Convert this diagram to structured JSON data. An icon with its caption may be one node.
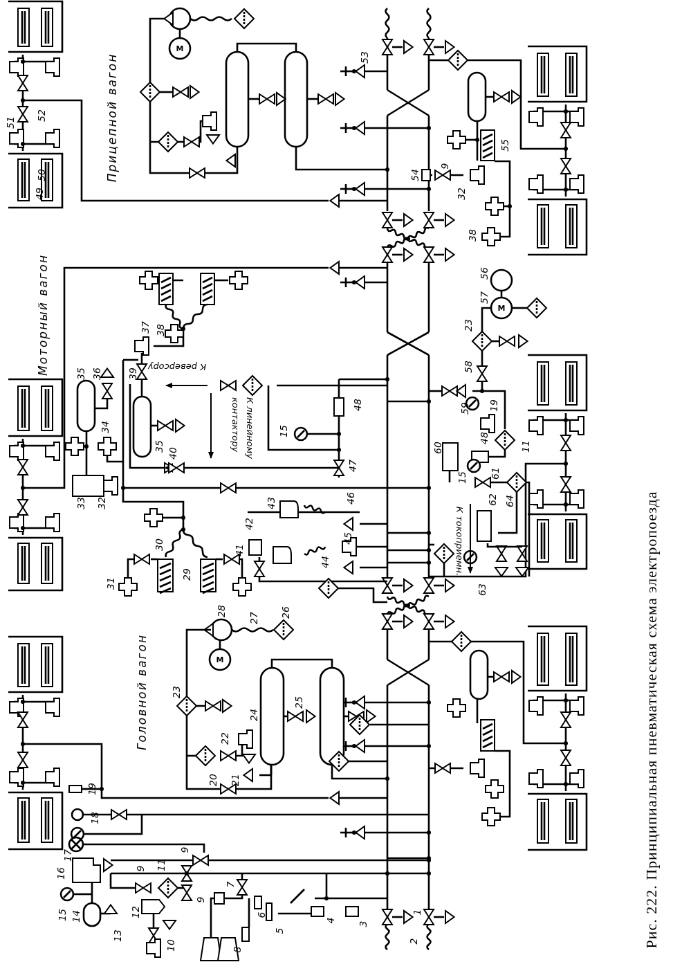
{
  "diagram": {
    "caption": "Рис. 222. Принципиальная пневматическая схема электропоезда",
    "nodes": [
      {
        "text": [
          "К реверсору"
        ]
      },
      {
        "text": [
          "К линейному контактору"
        ]
      },
      {
        "text": [
          "К токоприемн."
        ]
      }
    ],
    "edges": [
      {
        "from": null,
        "to": 0,
        "arrow": "to"
      },
      {
        "from": null,
        "to": 1,
        "arrow": "to"
      },
      {
        "from": null,
        "to": 2,
        "arrow": "to"
      }
    ],
    "labels": [
      "Головной вагон",
      "Моторный вагон",
      "Прицепной вагон",
      "M",
      "M",
      "M",
      "1",
      "2",
      "3",
      "4",
      "5",
      "6",
      "7",
      "8",
      "9",
      "9",
      "9",
      "10",
      "11",
      "12",
      "13",
      "15",
      "14",
      "16",
      "17",
      "18",
      "19",
      "20",
      "21",
      "22",
      "23",
      "24",
      "25",
      "26",
      "27",
      "28",
      "29",
      "30",
      "31",
      "33",
      "32",
      "34",
      "35",
      "36",
      "35",
      "37",
      "38",
      "39",
      "40",
      "41",
      "42",
      "43",
      "44",
      "45",
      "46",
      "47",
      "48",
      "15",
      "23",
      "58",
      "59",
      "19",
      "48",
      "60",
      "15",
      "61",
      "11",
      "62",
      "64",
      "63",
      "57",
      "56",
      "38",
      "32",
      "9",
      "54",
      "55",
      "53",
      "49",
      "50",
      "51",
      "52"
    ]
  }
}
